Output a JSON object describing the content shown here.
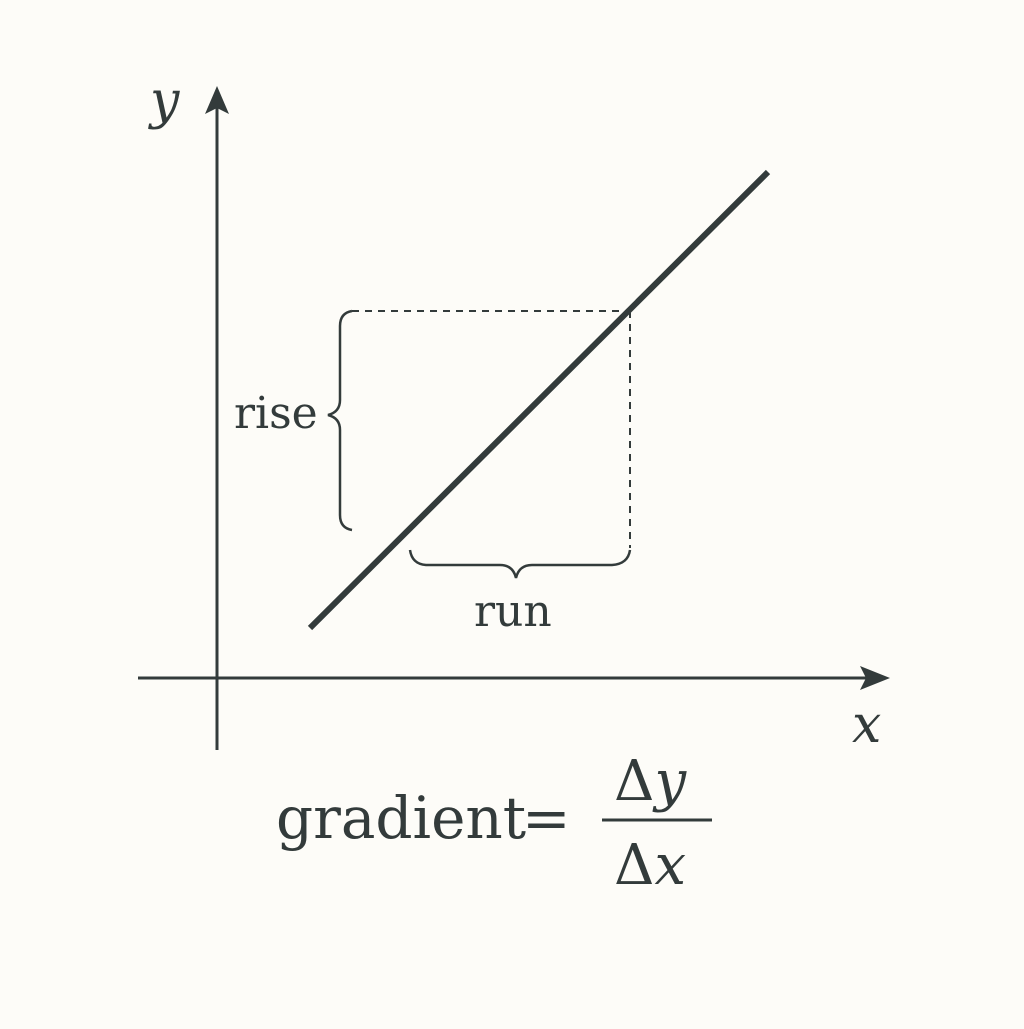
{
  "diagram": {
    "axes": {
      "x_label": "x",
      "y_label": "y"
    },
    "annotations": {
      "rise": "rise",
      "run": "run"
    },
    "formula": {
      "lhs": "gradient",
      "equals": "=",
      "numerator_delta": "Δ",
      "numerator_var": "y",
      "denominator_delta": "Δ",
      "denominator_var": "x"
    },
    "colors": {
      "ink": "#333b3b",
      "background": "#fdfcf8"
    }
  }
}
